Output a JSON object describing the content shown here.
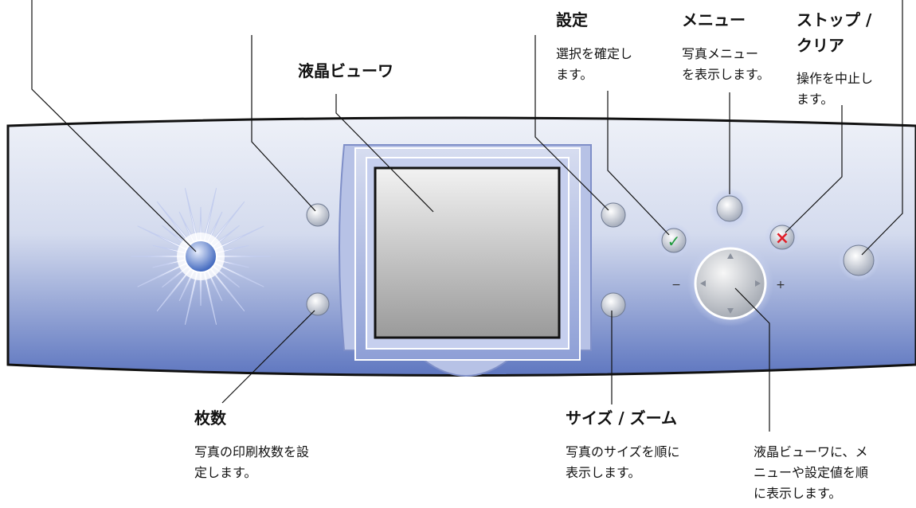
{
  "labels": {
    "settings": {
      "title": "設定",
      "desc": [
        "選択を確定し",
        "ます。"
      ]
    },
    "menu": {
      "title": "メニュー",
      "desc": [
        "写真メニュー",
        "を表示します。"
      ]
    },
    "stop": {
      "title": [
        "ストップ /",
        "クリア"
      ],
      "desc": [
        "操作を中止し",
        "ます。"
      ]
    },
    "lcd": {
      "title": "液晶ビューワ"
    },
    "copies": {
      "title": "枚数",
      "desc": [
        "写真の印刷枚数を設",
        "定します。"
      ]
    },
    "size_zoom": {
      "title": "サイズ / ズーム",
      "desc": [
        "写真のサイズを順に",
        "表示します。"
      ]
    },
    "dpad": {
      "desc": [
        "液晶ビューワに、メ",
        "ニューや設定値を順",
        "に表示します。"
      ]
    }
  },
  "glyphs": {
    "ok_mark": "✓",
    "stop_mark": "×",
    "minus": "−",
    "plus": "+"
  },
  "colors": {
    "panel_top": "#e6eaf4",
    "panel_bottom": "#5f77c0",
    "ok_green": "#1f9a3c",
    "stop_red": "#e0202a"
  }
}
